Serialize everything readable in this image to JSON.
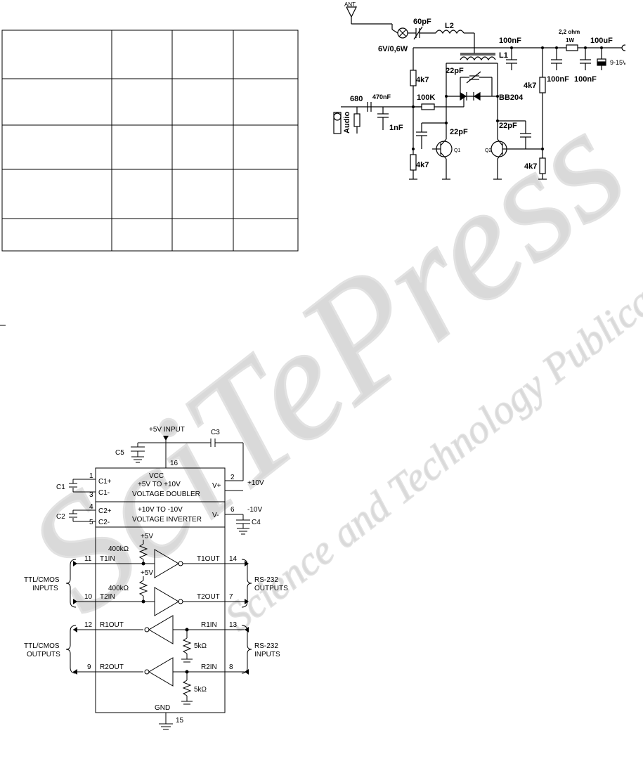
{
  "watermark": {
    "brand": "SciTePress",
    "tagline": "Science and Technology Publications"
  },
  "table": {
    "rows": [
      [
        "",
        "",
        "",
        ""
      ],
      [
        "",
        "",
        "",
        ""
      ],
      [
        "",
        "",
        "",
        ""
      ],
      [
        "",
        "",
        "",
        ""
      ],
      [
        "",
        "",
        "",
        ""
      ]
    ]
  },
  "fm_circuit": {
    "ant": "ANT.",
    "c_60": "60pF",
    "l2": "L2",
    "lamp": "6V/0,6W",
    "c_100n_top": "100nF",
    "r_22ohm": "2,2 ohm",
    "r_1w": "1W",
    "c_100u": "100uF",
    "vcc": "9-15V",
    "l1": "L1",
    "r_4k7": "4k7",
    "c_22p": "22pF",
    "c_100n_a": "100nF",
    "c_100n_b": "100nF",
    "r_680": "680",
    "c_470n": "470nF",
    "r_100k": "100K",
    "varicap": "BB204",
    "audio": "Audio",
    "c_1n": "1nF",
    "q1": "Q1",
    "q2": "Q2"
  },
  "rs232": {
    "input": "+5V INPUT",
    "c3": "C3",
    "c5": "C5",
    "c1": "C1",
    "c2": "C2",
    "c4": "C4",
    "pin16": "16",
    "vcc": "VCC",
    "doubler_range": "+5V TO +10V",
    "doubler": "VOLTAGE DOUBLER",
    "inverter_range": "+10V TO -10V",
    "inverter": "VOLTAGE INVERTER",
    "c1p": "C1+",
    "c1m": "C1-",
    "c2p": "C2+",
    "c2m": "C2-",
    "vplus": "V+",
    "vminus": "V-",
    "p10v": "+10V",
    "m10v": "-10V",
    "pin1": "1",
    "pin3": "3",
    "pin4": "4",
    "pin5": "5",
    "pin2": "2",
    "pin6": "6",
    "plus5": "+5V",
    "r400k": "400kΩ",
    "t1in": "T1IN",
    "t2in": "T2IN",
    "t1out": "T1OUT",
    "t2out": "T2OUT",
    "r1out": "R1OUT",
    "r2out": "R2OUT",
    "r1in": "R1IN",
    "r2in": "R2IN",
    "pin11": "11",
    "pin10": "10",
    "pin12": "12",
    "pin9": "9",
    "pin14": "14",
    "pin7": "7",
    "pin13": "13",
    "pin8": "8",
    "ttl_inputs_1": "TTL/CMOS",
    "ttl_inputs_2": "INPUTS",
    "ttl_outputs_1": "TTL/CMOS",
    "ttl_outputs_2": "OUTPUTS",
    "rs232_out_1": "RS-232",
    "rs232_out_2": "OUTPUTS",
    "rs232_in_1": "RS-232",
    "rs232_in_2": "INPUTS",
    "r5k": "5kΩ",
    "gnd": "GND",
    "pin15": "15"
  }
}
